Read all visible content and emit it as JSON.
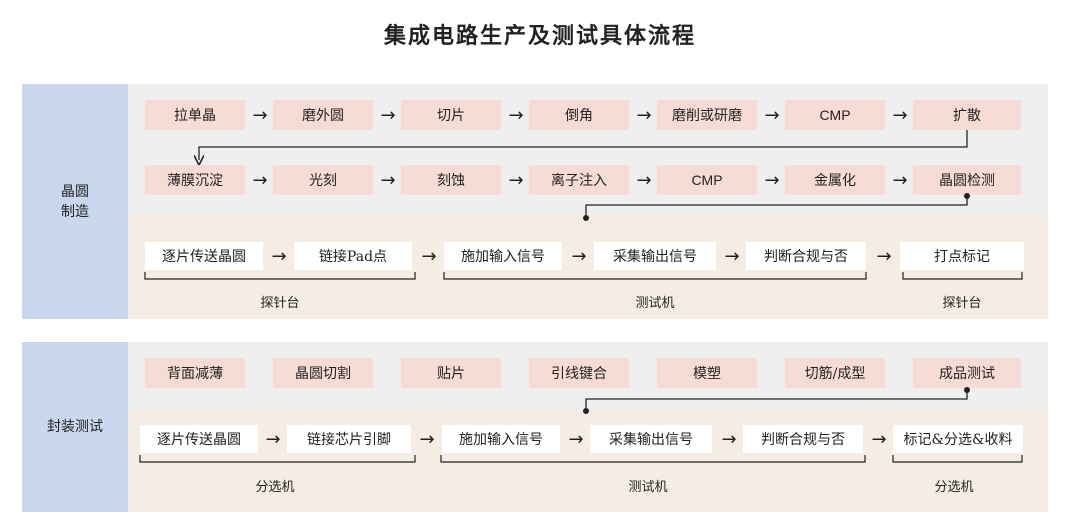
{
  "title": "集成电路生产及测试具体流程",
  "wafer": {
    "side_label": "晶圆\n制造",
    "row1": [
      "拉单晶",
      "磨外圆",
      "切片",
      "倒角",
      "磨削或研磨",
      "CMP",
      "扩散"
    ],
    "row2": [
      "薄膜沉淀",
      "光刻",
      "刻蚀",
      "离子注入",
      "CMP",
      "金属化",
      "晶圆检测"
    ],
    "test_steps": [
      "逐片传送晶圆",
      "链接Pad点",
      "施加输入信号",
      "采集输出信号",
      "判断合规与否",
      "打点标记"
    ],
    "groups": [
      "探针台",
      "测试机",
      "探针台"
    ]
  },
  "package": {
    "side_label": "封装测试",
    "row1": [
      "背面减薄",
      "晶圆切割",
      "贴片",
      "引线键合",
      "模塑",
      "切筋/成型",
      "成品测试"
    ],
    "test_steps": [
      "逐片传送晶圆",
      "链接芯片引脚",
      "施加输入信号",
      "采集输出信号",
      "判断合规与否",
      "标记&分选&收料"
    ],
    "groups": [
      "分选机",
      "测试机",
      "分选机"
    ]
  },
  "arrow_glyph": "→",
  "colors": {
    "side": "#c9d8ee",
    "step_box": "#f6dcd5",
    "band_gray": "#efefef",
    "band_beige": "#f5ede3"
  }
}
